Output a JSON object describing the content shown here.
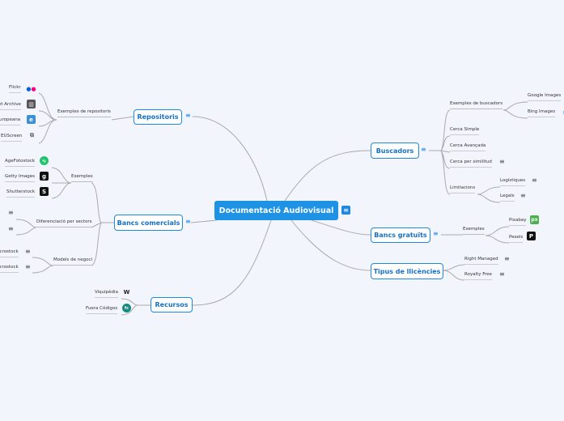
{
  "central": {
    "label": "Documentació Audiovisual"
  },
  "branches": {
    "repositoris": {
      "label": "Repositoris",
      "sub": "Exemples de repositoris",
      "leaves": [
        "Flickr",
        "et Archive",
        "uropeana",
        "EUScreen"
      ]
    },
    "bancs_comercials": {
      "label": "Bancs comercials",
      "exemples": "Exemples",
      "exemples_leaves": [
        "AgeFotostock",
        "Getty Images",
        "Shutterstock"
      ],
      "sectors": "Diferenciació per sectors",
      "models": "Models de negoci",
      "models_leaves": [
        "icrostock",
        "icrostock"
      ]
    },
    "recursos": {
      "label": "Recursos",
      "leaves": [
        "Viquipèdia",
        "Fuera Códigos"
      ]
    },
    "buscadors": {
      "label": "Buscadors",
      "sub": "Exemples de buscadors",
      "sub_leaves": [
        "Google Images",
        "Bing Images"
      ],
      "items": [
        "Cerca Simple",
        "Cerca Avançada",
        "Cerca per similitud",
        "Limitacions"
      ],
      "limitacions_leaves": [
        "Logístiques",
        "Legals"
      ]
    },
    "bancs_gratuits": {
      "label": "Bancs gratuïts",
      "sub": "Exemples",
      "leaves": [
        "Pixabay",
        "Pexels"
      ]
    },
    "llicencies": {
      "label": "Tipus de llicències",
      "leaves": [
        "Right Managed",
        "Royalty Free"
      ]
    }
  },
  "icons": {
    "pixabay": "px",
    "wikipedia": "W",
    "fuera_codigos": "fc",
    "getty": "g",
    "shutterstock": "S",
    "europeana": "e"
  },
  "colors": {
    "accent": "#1e93e6",
    "background": "#f3f5fd"
  }
}
